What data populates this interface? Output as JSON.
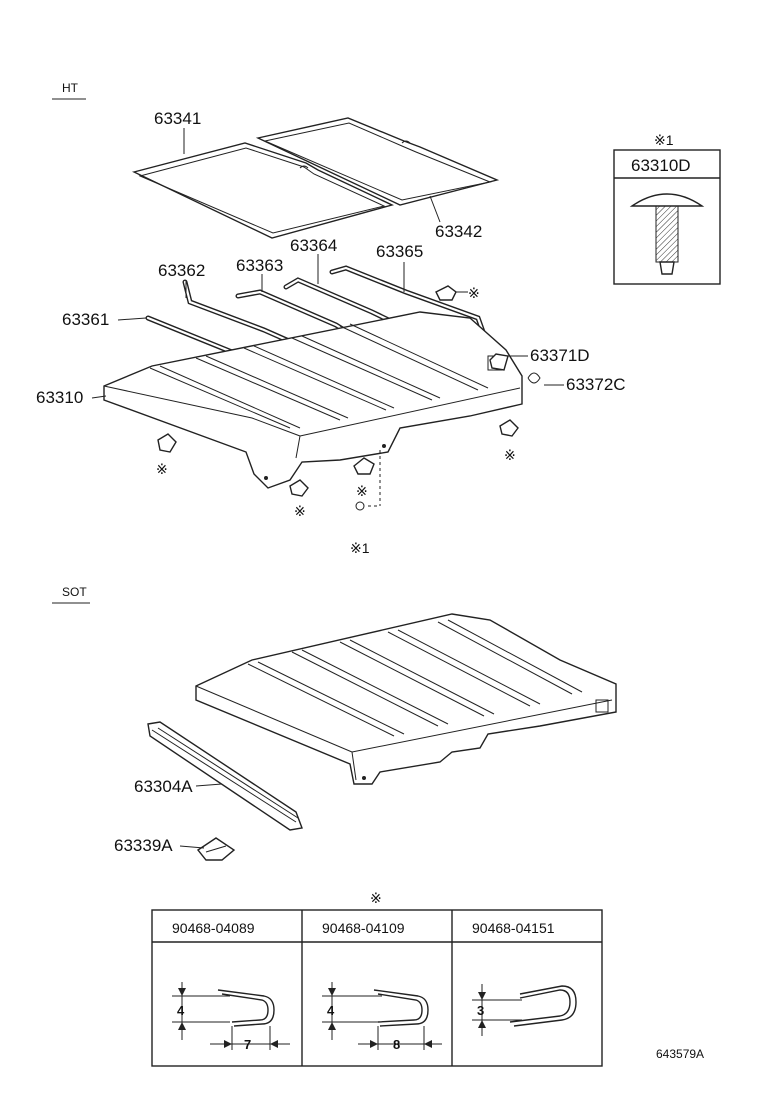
{
  "sections": {
    "ht": "HT",
    "sot": "SOT"
  },
  "parts": {
    "p63341": "63341",
    "p63342": "63342",
    "p63362": "63362",
    "p63363": "63363",
    "p63364": "63364",
    "p63365": "63365",
    "p63361": "63361",
    "p63310": "63310",
    "p63371D": "63371D",
    "p63372C": "63372C",
    "p63304A": "63304A",
    "p63339A": "63339A"
  },
  "ref_marks": {
    "note1_label": "※1",
    "star": "※",
    "callout_note": "※1"
  },
  "inset": {
    "header": "※1",
    "part": "63310D"
  },
  "clip_table": {
    "title_mark": "※",
    "columns": [
      {
        "part": "90468-04089",
        "height": "4",
        "width": "7"
      },
      {
        "part": "90468-04109",
        "height": "4",
        "width": "8"
      },
      {
        "part": "90468-04151",
        "height": "3",
        "width": ""
      }
    ]
  },
  "figure_id": "643579A"
}
